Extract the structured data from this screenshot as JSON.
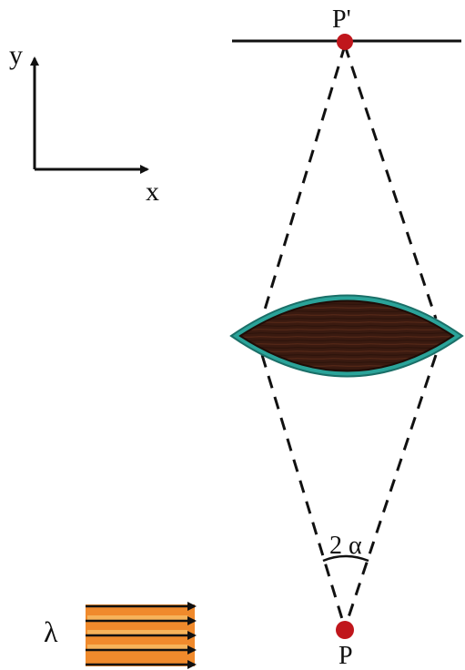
{
  "axes": {
    "y_label": "y",
    "x_label": "x"
  },
  "points": {
    "image_label": "P'",
    "object_label": "P"
  },
  "angle_label": "2 α",
  "wave_label": "λ",
  "colors": {
    "ink": "#111111",
    "point": "#c0161c",
    "lens_body": "#3a1a10",
    "lens_rim": "#2aa399",
    "wave_fill": "#f08a2c",
    "wave_stripe": "#f7b35a"
  },
  "icons": {
    "lens": "convex-lens-icon",
    "wave": "plane-wave-arrows-icon"
  }
}
